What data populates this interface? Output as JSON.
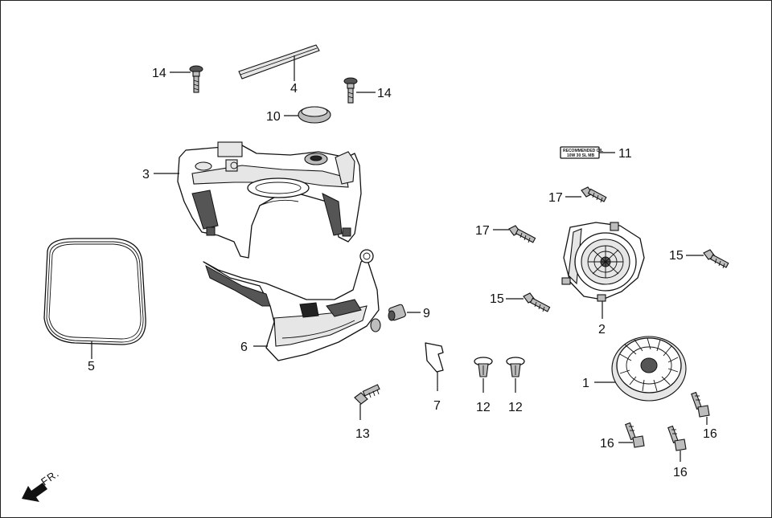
{
  "callouts": {
    "c1": "1",
    "c2": "2",
    "c3": "3",
    "c4": "4",
    "c5": "5",
    "c6": "6",
    "c7": "7",
    "c9": "9",
    "c10": "10",
    "c11": "11",
    "c12a": "12",
    "c12b": "12",
    "c13": "13",
    "c14a": "14",
    "c14b": "14",
    "c15a": "15",
    "c15b": "15",
    "c16a": "16",
    "c16b": "16",
    "c16c": "16",
    "c17a": "17",
    "c17b": "17"
  },
  "direction_indicator": "FR.",
  "oil_label": {
    "line1": "RECOMMENDED OIL",
    "line2": "10W 30 SL MB"
  }
}
